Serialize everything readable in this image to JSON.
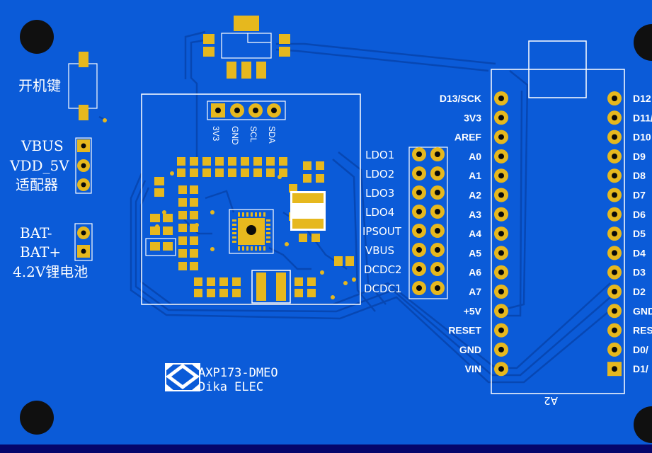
{
  "power_button_label": "开机键",
  "input_labels": [
    "VBUS",
    "VDD_5V",
    "适配器"
  ],
  "battery_labels": [
    "BAT-",
    "BAT+",
    "4.2V锂电池"
  ],
  "i2c_header_labels": [
    "3V3",
    "GND",
    "SCL",
    "SDA"
  ],
  "ldo_labels": [
    "LDO1",
    "LDO2",
    "LDO3",
    "LDO4",
    "IPSOUT",
    "VBUS",
    "DCDC2",
    "DCDC1"
  ],
  "arduino_left_labels": [
    "D13/SCK",
    "3V3",
    "AREF",
    "A0",
    "A1",
    "A2",
    "A3",
    "A4",
    "A5",
    "A6",
    "A7",
    "+5V",
    "RESET",
    "GND",
    "VIN"
  ],
  "arduino_right_labels": [
    "D12",
    "D11/",
    "D10",
    "D9",
    "D8",
    "D7",
    "D6",
    "D5",
    "D4",
    "D3",
    "D2",
    "GND",
    "RES",
    "D0/",
    "D1/"
  ],
  "module_designator": "A2",
  "board_name": "AXP173-DMEO",
  "maker_name": "Dika ELEC",
  "colors": {
    "board": "#0b5bd8",
    "board_dark": "#0747b3",
    "pad": "#e6b81e",
    "silkscreen": "#ffffff",
    "hole": "#101010",
    "outer": "#05066b"
  }
}
